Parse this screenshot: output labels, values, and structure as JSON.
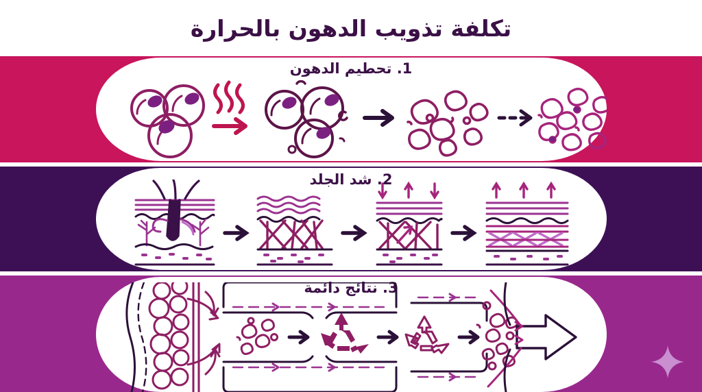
{
  "page": {
    "title": "تكلفة تذويب الدهون بالحرارة",
    "language": "ar",
    "direction": "rtl",
    "background_color": "#FFFFFF"
  },
  "colors": {
    "title_text": "#3B1046",
    "band1_background": "#C8155C",
    "band2_background": "#3D1055",
    "band3_background": "#99288D",
    "capsule": "#FFFFFF",
    "heading_text": "#3B1046",
    "ink_dark": "#2B1038",
    "ink_magenta": "#A6247C",
    "ink_crimson": "#BE1550",
    "ink_plum": "#7B2080",
    "ink_light_purple": "#C06BC8",
    "sparkle": "#C98FD0"
  },
  "bands": [
    {
      "index": "1",
      "heading": "1. تحطيم الدهون",
      "background_color": "#C8155C",
      "icon_names": [
        "fat-cell-cluster-icon",
        "heat-waves-icon",
        "arrow-right-crimson-icon",
        "fat-cell-cluster-heated-icon",
        "arrow-right-dark-icon",
        "fat-debris-cluster-icon",
        "dashed-arrow-right-icon",
        "fat-debris-dense-cluster-icon"
      ]
    },
    {
      "index": "2",
      "heading": "2. شد الجلد",
      "background_color": "#3D1055",
      "icon_names": [
        "skin-cross-section-hair-follicle-icon",
        "arrow-right-dark-icon",
        "collagen-loose-lattice-icon",
        "arrow-right-dark-icon",
        "collagen-heating-arrows-icon",
        "arrow-right-dark-icon",
        "collagen-tightened-icon"
      ]
    },
    {
      "index": "3",
      "heading": "3. نتائج دائمة",
      "background_color": "#99288D",
      "icon_names": [
        "fat-layer-bubbles-icon",
        "lymphatic-channel-icon",
        "fat-debris-particles-icon",
        "recycle-filled-icon",
        "recycle-outline-icon",
        "fat-debris-exit-icon",
        "exit-arrow-outline-icon"
      ]
    }
  ],
  "decorations": {
    "sparkle_name": "sparkle-icon"
  }
}
